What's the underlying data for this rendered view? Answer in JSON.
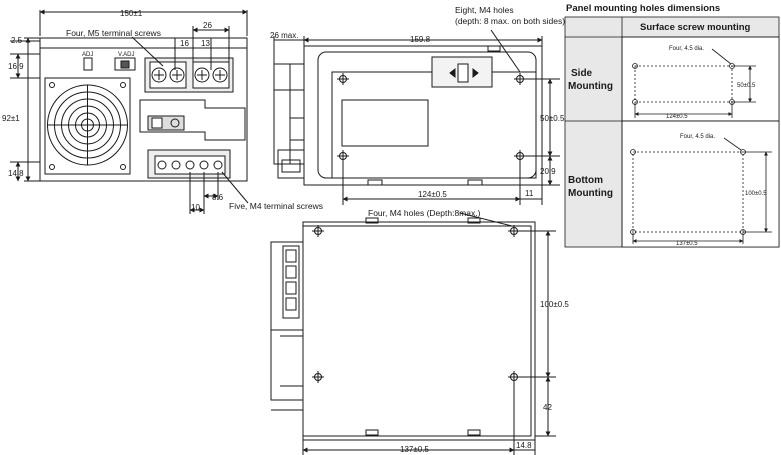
{
  "front": {
    "width": "150±1",
    "top_offset": "2.5",
    "upper_dim": "16.9",
    "height": "92±1",
    "lower_dim": "14.8",
    "m5_pitch_a": "26",
    "m5_pitch_b": "16",
    "m5_pitch_c": "13",
    "m5_callout": "Four, M5 terminal screws",
    "m4_pitch_a": "10",
    "m4_pitch_b": "8.6",
    "m4_callout": "Five, M4 terminal screws"
  },
  "side": {
    "depth_ext": "26 max.",
    "length": "159.8",
    "callout_line1": "Eight, M4 holes",
    "callout_line2": "(depth: 8 max. on both sides)",
    "hole_vert": "50±0.5",
    "bottom_dim": "20.9",
    "hole_horiz": "124±0.5",
    "end_dim": "11"
  },
  "bottom": {
    "callout": "Four, M4 holes (Depth:8max.)",
    "hole_vert": "100±0.5",
    "lower_dim": "42",
    "hole_horiz": "137±0.5",
    "end_dim": "14.8"
  },
  "panel": {
    "title": "Panel mounting holes dimensions",
    "header": "Surface screw mounting",
    "rows": [
      {
        "label_line1": "Side",
        "label_line2": "Mounting",
        "hole_label": "Four, 4.5 dia.",
        "vert": "50±0.5",
        "horiz": "124±0.5"
      },
      {
        "label_line1": "Bottom",
        "label_line2": "Mounting",
        "hole_label": "Four, 4.5 dia.",
        "vert": "100±0.5",
        "horiz": "137±0.5"
      }
    ]
  },
  "colors": {
    "line": "#1a1a1a",
    "table_bg": "#e8e8e8",
    "body_fill": "#ffffff",
    "hatch": "#8a8a8a"
  }
}
